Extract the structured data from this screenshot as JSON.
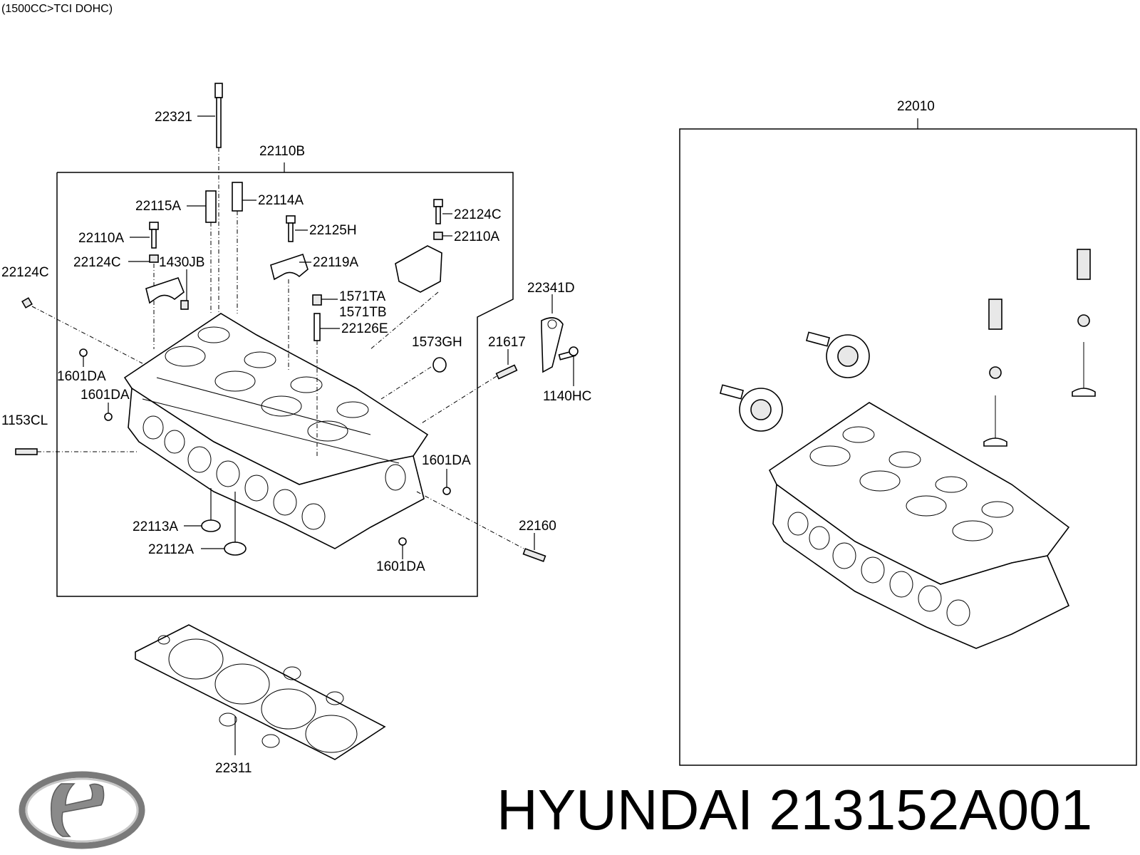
{
  "subtitle": "(1500CC>TCI DOHC)",
  "labels": {
    "l22321": "22321",
    "l22110B": "22110B",
    "l22115A": "22115A",
    "l22114A": "22114A",
    "l22110A_left": "22110A",
    "l22125H": "22125H",
    "l22124C_right": "22124C",
    "l22110A_right": "22110A",
    "l22124C_mid": "22124C",
    "l1430JB": "1430JB",
    "l22119A": "22119A",
    "l22124C_far": "22124C",
    "l1571TA": "1571TA",
    "l1571TB": "1571TB",
    "l22126E": "22126E",
    "l22341D": "22341D",
    "l1573GH": "1573GH",
    "l21617": "21617",
    "l1601DA_a": "1601DA",
    "l1601DA_b": "1601DA",
    "l1140HC": "1140HC",
    "l1153CL": "1153CL",
    "l1601DA_c": "1601DA",
    "l22113A": "22113A",
    "l22160": "22160",
    "l22112A": "22112A",
    "l1601DA_d": "1601DA",
    "l22311": "22311",
    "l22010": "22010"
  },
  "brand": {
    "name": "HYUNDAI",
    "part_number": "213152A001"
  },
  "icons": {
    "logo": "hyundai-logo"
  }
}
